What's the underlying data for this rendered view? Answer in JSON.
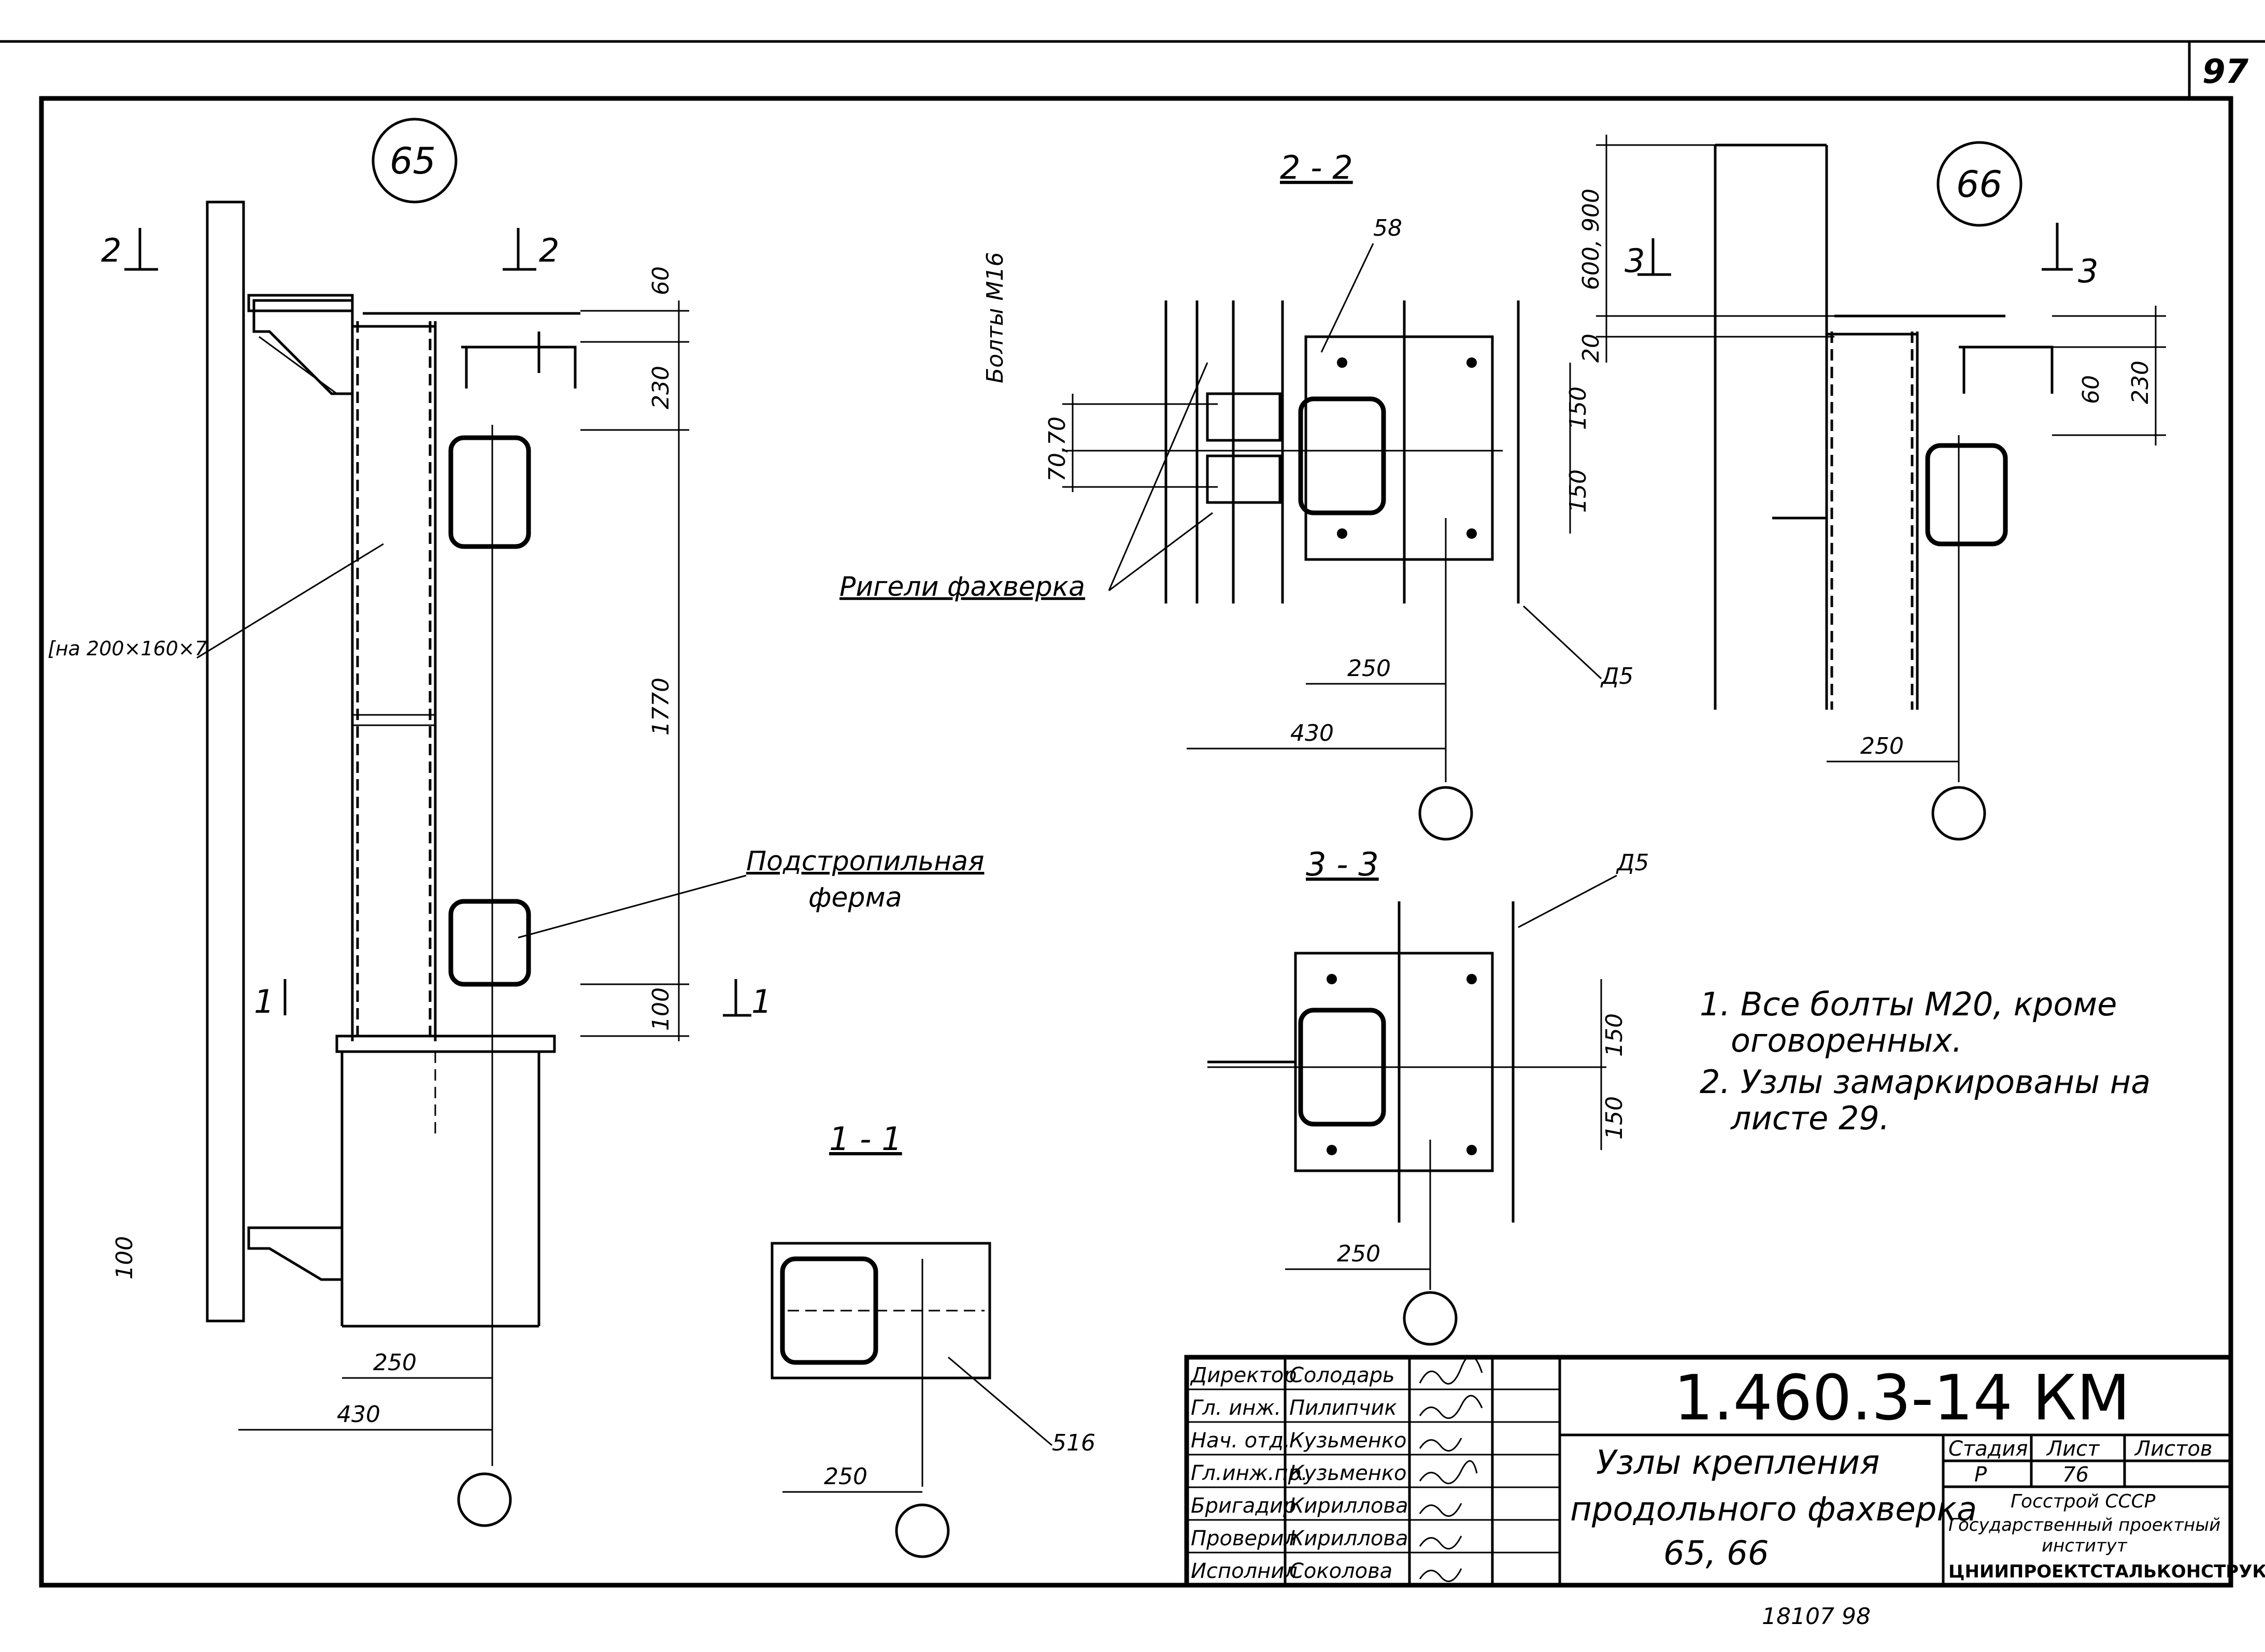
{
  "page_number": "97",
  "node_65": {
    "label": "65",
    "sections": [
      "2",
      "1"
    ]
  },
  "node_66": {
    "label": "66",
    "section": "3"
  },
  "section_labels": {
    "s11": "1 - 1",
    "s22": "2 - 2",
    "s33": "3 - 3"
  },
  "dimensions": {
    "d60": "60",
    "d230": "230",
    "d1770": "1770",
    "d100": "100",
    "d250": "250",
    "d430": "430",
    "d150": "150",
    "d7070": "70,70",
    "d600900": "600, 900",
    "d20": "20"
  },
  "labels": {
    "column": "[на 200×160×7",
    "truss": "Подстропильная",
    "truss2": "ферма",
    "girders": "Ригели фахверка",
    "bolts": "Болты М16",
    "t58": "58",
    "t516": "516",
    "d5": "Д5"
  },
  "notes": [
    "1. Все болты М20, кроме",
    "оговоренных.",
    "2. Узлы замаркированы на",
    "листе 29."
  ],
  "title_block": {
    "code": "1.460.3-14 КМ",
    "title_lines": [
      "Узлы крепления",
      "продольного фахверка",
      "65, 66"
    ],
    "roles": [
      "Директор",
      "Гл. инж.",
      "Нач. отд.",
      "Гл.инж.пр.",
      "Бригадир",
      "Проверил",
      "Исполнил"
    ],
    "names": [
      "Солодарь",
      "Пилипчик",
      "Кузьменко",
      "Кузьменко",
      "Кириллова",
      "Кириллова",
      "Соколова"
    ],
    "stage_header": "Стадия",
    "stage": "Р",
    "sheet_header": "Лист",
    "sheet": "76",
    "sheets_header": "Листов",
    "org": [
      "Госстрой СССР",
      "Государственный проектный",
      "институт",
      "ЦНИИПРОЕКТСТАЛЬКОНСТРУКЦИЯ"
    ]
  },
  "stamp": "18107  98"
}
